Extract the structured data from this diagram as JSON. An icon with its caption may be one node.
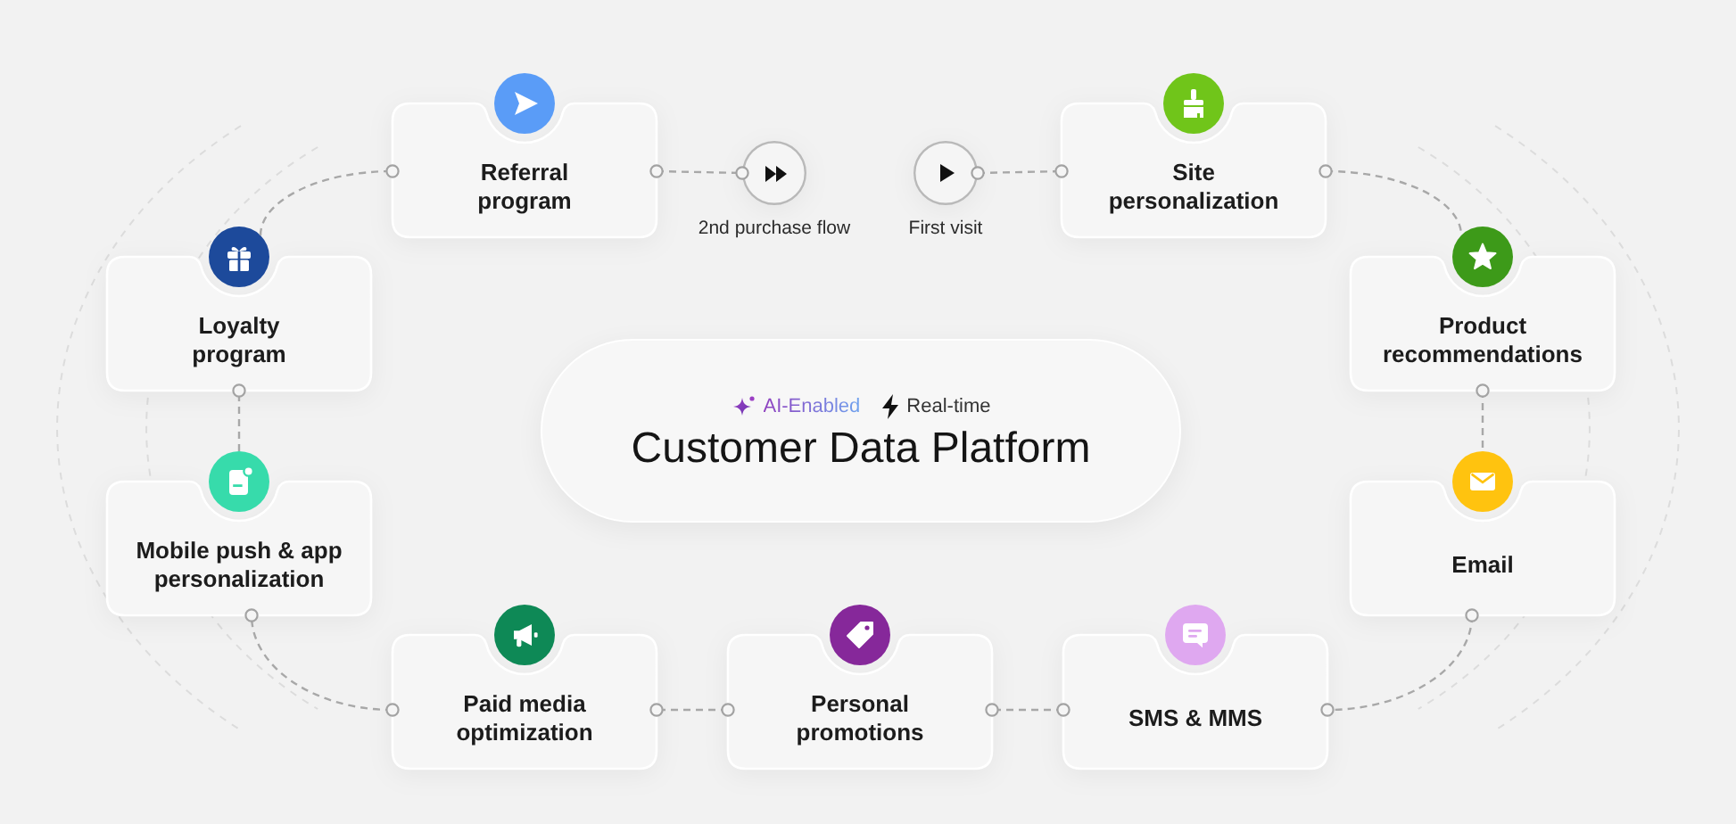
{
  "diagram": {
    "nodes": [
      {
        "text": [
          "Referral program"
        ]
      },
      {
        "text": [],
        "shape": "circle",
        "beside": [
          "2nd purchase flow"
        ]
      },
      {
        "text": [],
        "shape": "circle",
        "beside": [
          "First visit"
        ]
      },
      {
        "text": [
          "Site personalization"
        ]
      },
      {
        "text": [
          "Loyalty program"
        ]
      },
      {
        "text": [
          "Product recommendations"
        ]
      },
      {
        "text": [
          "AI-Enabled",
          "Real-time",
          "Customer Data Platform"
        ]
      },
      {
        "text": [
          "Mobile push & app personalization"
        ]
      },
      {
        "text": [
          "Email"
        ]
      },
      {
        "text": [
          "Paid media optimization"
        ]
      },
      {
        "text": [
          "Personal promotions"
        ]
      },
      {
        "text": [
          "SMS & MMS"
        ]
      }
    ],
    "edges": [
      {
        "from": 2,
        "to": 3,
        "arrow": "other"
      },
      {
        "from": 3,
        "to": 5,
        "arrow": "other"
      },
      {
        "from": 5,
        "to": 8,
        "arrow": "other"
      },
      {
        "from": 8,
        "to": 11,
        "arrow": "other"
      },
      {
        "from": 11,
        "to": 10,
        "arrow": "other"
      },
      {
        "from": 10,
        "to": 9,
        "arrow": "other"
      },
      {
        "from": 9,
        "to": 7,
        "arrow": "other"
      },
      {
        "from": 7,
        "to": 4,
        "arrow": "other"
      },
      {
        "from": 4,
        "to": 0,
        "arrow": "other"
      },
      {
        "from": 0,
        "to": 1,
        "arrow": "other"
      }
    ]
  }
}
